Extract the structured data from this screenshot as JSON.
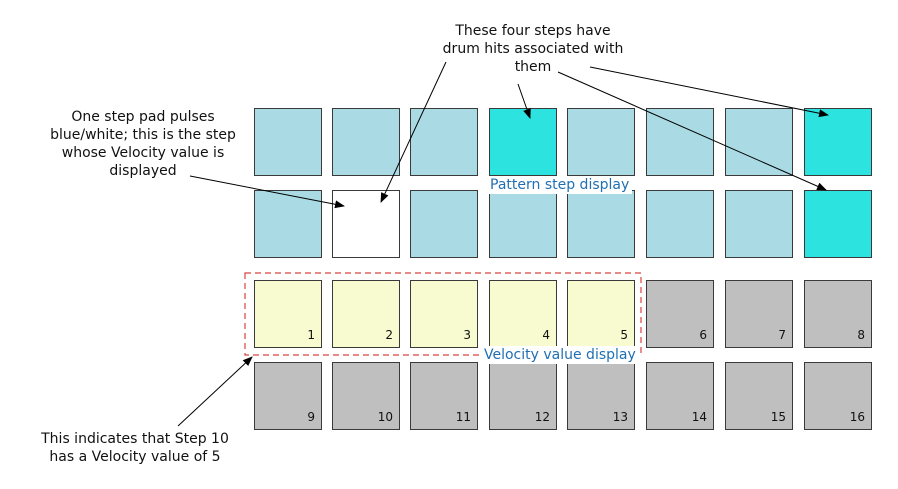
{
  "annotations": {
    "top_note": [
      "These four steps have",
      "drum hits associated with",
      "them"
    ],
    "left_note": [
      "One step pad pulses",
      "blue/white; this is the step",
      "whose Velocity value is",
      "displayed"
    ],
    "bottom_note": [
      "This indicates that Step 10",
      "has a Velocity value of 5"
    ]
  },
  "labels": {
    "pattern": "Pattern step display",
    "velocity": "Velocity value display"
  },
  "colors": {
    "pad_light_blue": "#aadbe4",
    "pad_cyan": "#2de3e0",
    "pad_white": "#ffffff",
    "pad_yellow": "#f8fbcf",
    "pad_grey": "#bfbfbf",
    "label_blue": "#1f6fb2",
    "dashed_red": "#d9433f"
  },
  "pattern_rows": [
    [
      "light",
      "light",
      "light",
      "hit",
      "light",
      "light",
      "light",
      "hit"
    ],
    [
      "light",
      "pulse",
      "light",
      "light",
      "light",
      "light",
      "light",
      "hit"
    ]
  ],
  "velocity_steps": [
    "1",
    "2",
    "3",
    "4",
    "5",
    "6",
    "7",
    "8",
    "9",
    "10",
    "11",
    "12",
    "13",
    "14",
    "15",
    "16"
  ],
  "velocity_value": 5
}
